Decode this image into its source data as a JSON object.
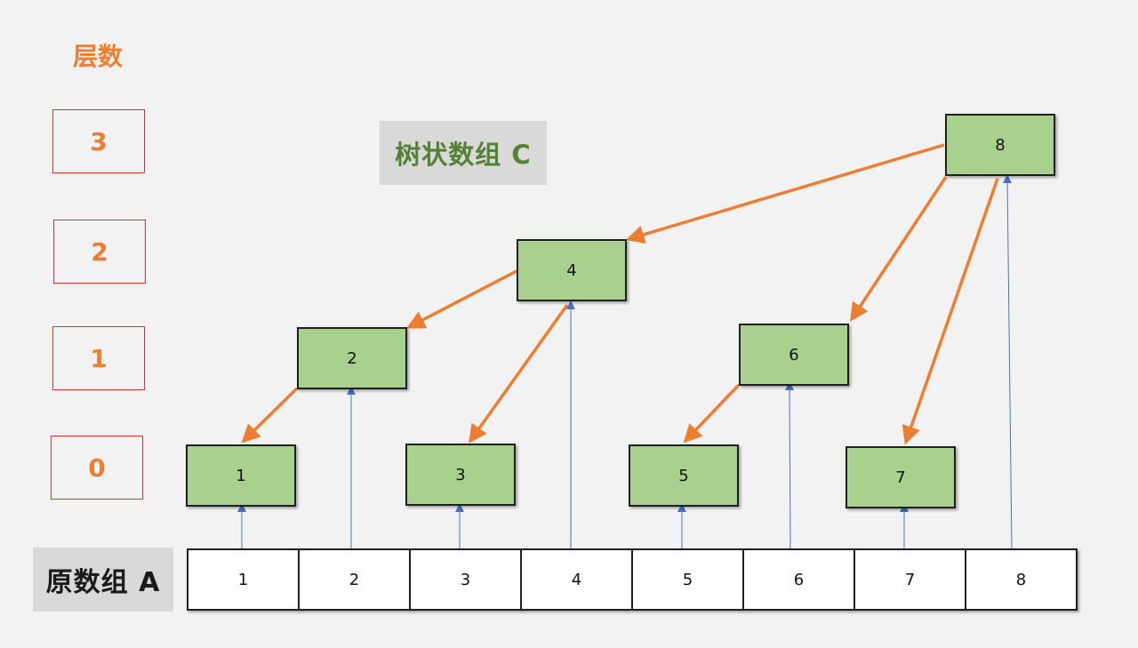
{
  "levels_title": "层数",
  "levels": [
    "3",
    "2",
    "1",
    "0"
  ],
  "tree_label": "树状数组 C",
  "original_label": "原数组 A",
  "tree_nodes": [
    "8",
    "4",
    "2",
    "6",
    "1",
    "3",
    "5",
    "7"
  ],
  "array_cells": [
    "1",
    "2",
    "3",
    "4",
    "5",
    "6",
    "7",
    "8"
  ],
  "colors": {
    "node_fill": "#a9d18e",
    "tree_edge": "#ed7d31",
    "array_link": "#4472c4",
    "level_text": "#ed7d31",
    "level_border": "#e03131"
  }
}
